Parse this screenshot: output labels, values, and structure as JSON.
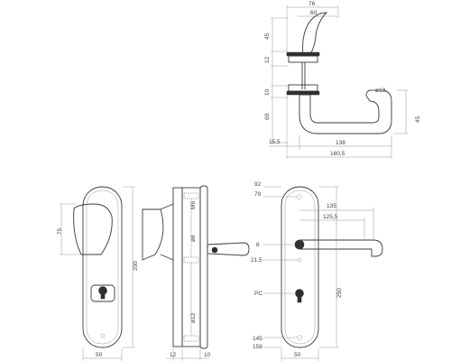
{
  "top_handle": {
    "dims": {
      "w76": "76",
      "w60": "60",
      "h45": "45",
      "h12": "12",
      "h10": "10",
      "h60": "60",
      "d19": "ø19",
      "h45r": "45",
      "w15_5": "15,5",
      "w138": "138",
      "w160_5": "160,5"
    }
  },
  "side_knob_view": {
    "dims": {
      "h75": "75",
      "h200": "200",
      "w50": "50"
    }
  },
  "side_profile_view": {
    "dims": {
      "m6": "M6",
      "d8": "ø8",
      "d12": "ø12",
      "w12": "12",
      "w10": "10"
    }
  },
  "front_view": {
    "dims": {
      "d92": "92",
      "d79": "79",
      "d8": "8",
      "d21_5": "21,5",
      "pc": "PC",
      "d145": "145",
      "d158": "158",
      "w135": "135",
      "w125_5": "125,5",
      "h250": "250",
      "w50": "50"
    }
  }
}
